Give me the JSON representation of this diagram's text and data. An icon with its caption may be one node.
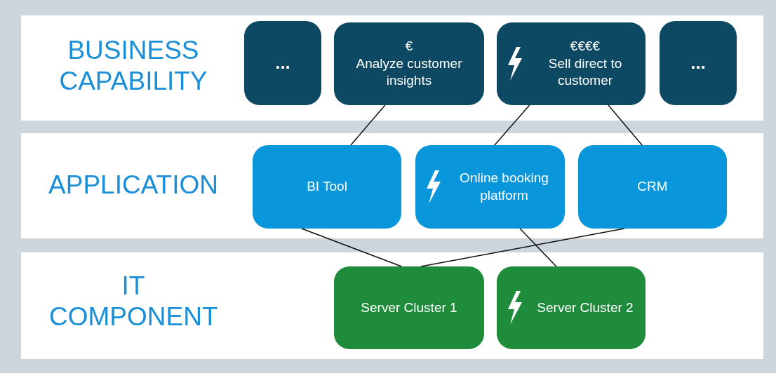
{
  "diagram": {
    "nodes": [
      {
        "text": [
          "BUSINESS CAPABILITY"
        ]
      },
      {
        "text": [
          "..."
        ],
        "in": 0
      },
      {
        "text": [
          "€",
          "Analyze customer insights"
        ],
        "in": 0
      },
      {
        "text": [
          "€€€€",
          "Sell direct to customer"
        ],
        "in": 0
      },
      {
        "text": [
          "..."
        ],
        "in": 0
      },
      {
        "text": [
          "APPLICATION"
        ]
      },
      {
        "text": [
          "BI Tool"
        ],
        "in": 5
      },
      {
        "text": [
          "Online booking platform"
        ],
        "in": 5
      },
      {
        "text": [
          "CRM"
        ],
        "in": 5
      },
      {
        "text": [
          "IT COMPONENT"
        ]
      },
      {
        "text": [
          "Server Cluster 1"
        ],
        "in": 9
      },
      {
        "text": [
          "Server Cluster 2"
        ],
        "in": 9
      }
    ],
    "edges": [
      {
        "from": 2,
        "to": 6,
        "arrow": "none"
      },
      {
        "from": 3,
        "to": 7,
        "arrow": "none"
      },
      {
        "from": 3,
        "to": 8,
        "arrow": "none"
      },
      {
        "from": 6,
        "to": 10,
        "arrow": "none"
      },
      {
        "from": 8,
        "to": 10,
        "arrow": "none"
      },
      {
        "from": 7,
        "to": 11,
        "arrow": "none"
      }
    ]
  }
}
